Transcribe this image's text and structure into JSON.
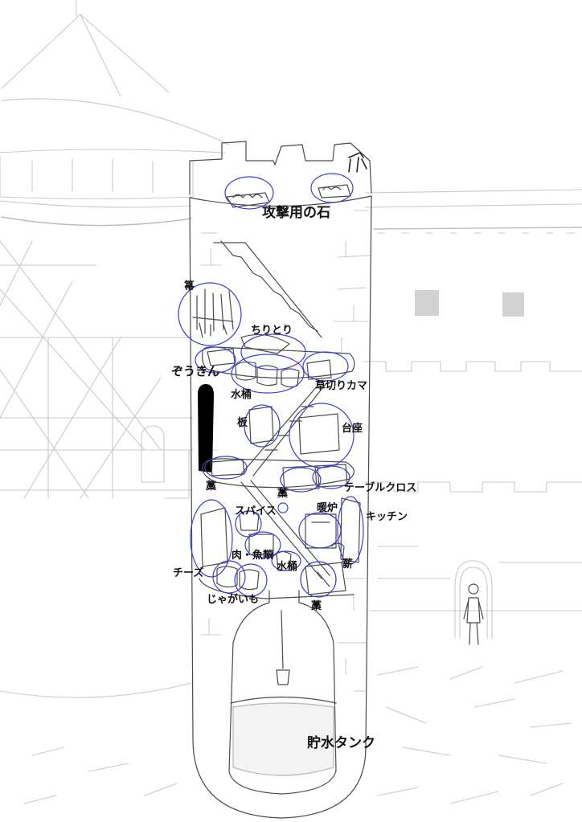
{
  "colors": {
    "sketch": "#c9c9c9",
    "ink": "#4a4a4a",
    "highlight": "#3c3cd6",
    "window": "#d2d2d2",
    "doorway": "#000000"
  },
  "labels": {
    "stones": "攻撃用の石",
    "broom": "箒",
    "dustpan": "ちりとり",
    "rag": "ぞうきん",
    "bucket_upper": "水桶",
    "sickle": "草切りカマ",
    "board": "板",
    "pedestal": "台座",
    "straw_left": "藁",
    "straw_center": "藁",
    "tablecloth": "テーブルクロス",
    "fireplace": "暖炉",
    "kitchen": "キッチン",
    "spices": "スパイス",
    "meat_fish": "肉・魚類",
    "bucket_lower": "水桶",
    "firewood": "薪",
    "cheese": "チーズ",
    "potatoes": "じゃがいも",
    "straw_bottom": "藁",
    "water_tank": "貯水タンク"
  }
}
